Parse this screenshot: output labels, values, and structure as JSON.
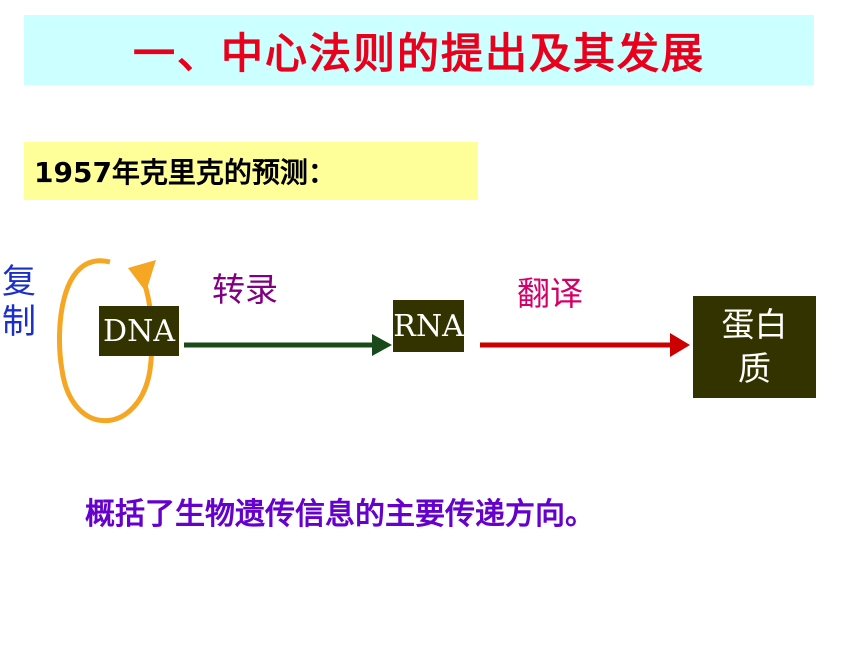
{
  "title": "一、中心法则的提出及其发展",
  "subtitle": "1957年克里克的预测：",
  "diagram": {
    "nodes": {
      "dna": "DNA",
      "rna": "RNA",
      "protein": "蛋白质"
    },
    "processes": {
      "replication": "复制",
      "transcription": "转录",
      "translation": "翻译"
    }
  },
  "conclusion": "概括了生物遗传信息的主要传递方向。",
  "colors": {
    "title_bg": "#ccffff",
    "title_text": "#e8001c",
    "subtitle_bg": "#ffff99",
    "node_bg": "#333300",
    "transcription_arrow": "#1a4a1a",
    "translation_arrow": "#cc0000",
    "replication_loop": "#f5a623"
  }
}
